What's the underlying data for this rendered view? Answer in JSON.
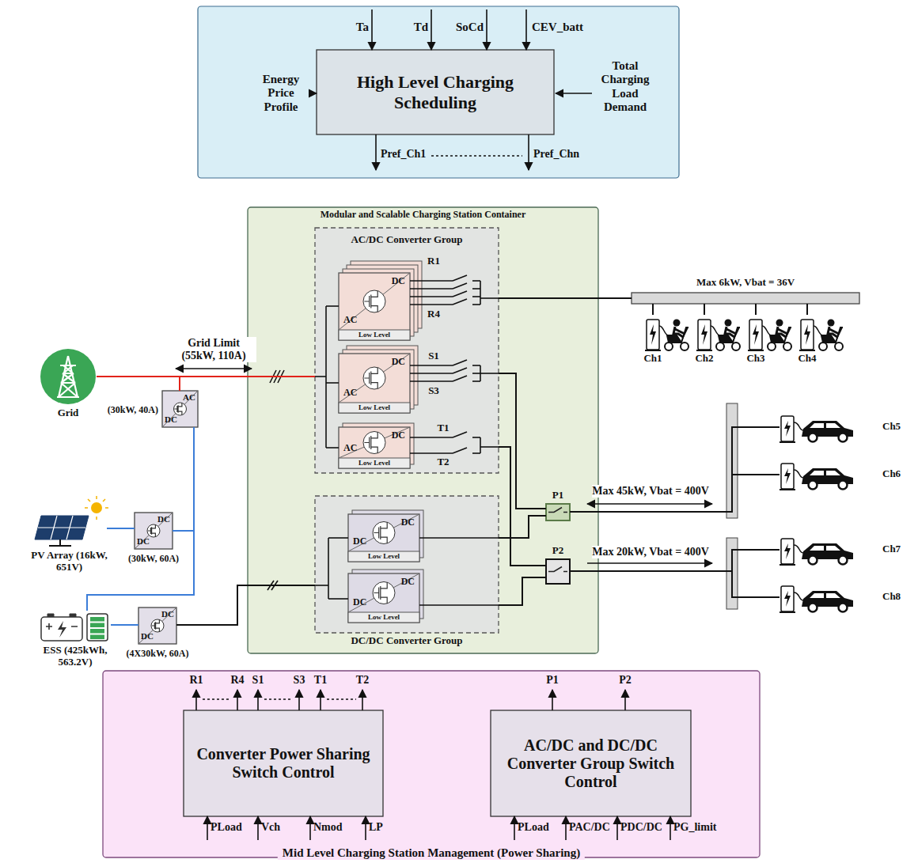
{
  "diagram": {
    "nodes": [
      {
        "text": [
          "High Level Charging Scheduling"
        ]
      },
      {
        "text": [
          "Modular and Scalable Charging Station Container"
        ]
      },
      {
        "text": [
          "AC/DC Converter Group"
        ],
        "in": 1
      },
      {
        "text": [
          "DC",
          "AC",
          "Low Level"
        ],
        "in": 2
      },
      {
        "text": [
          "DC",
          "AC",
          "Low Level"
        ],
        "in": 2
      },
      {
        "text": [
          "DC",
          "AC",
          "Low Level"
        ],
        "in": 2
      },
      {
        "text": [
          "DC/DC Converter Group"
        ],
        "in": 1
      },
      {
        "text": [
          "DC",
          "DC",
          "Low Level"
        ],
        "in": 6
      },
      {
        "text": [
          "DC",
          "DC",
          "Low Level"
        ],
        "in": 6
      },
      {
        "text": [
          "Grid"
        ]
      },
      {
        "text": [
          "AC",
          "DC",
          "(30kW, 40A)"
        ]
      },
      {
        "text": [
          "PV Array (16kW, 651V)"
        ]
      },
      {
        "text": [
          "DC",
          "DC",
          "(30kW, 60A)"
        ]
      },
      {
        "text": [
          "ESS (425kWh, 563.2V)"
        ]
      },
      {
        "text": [
          "DC",
          "DC",
          "(4X30kW, 60A)"
        ]
      },
      {
        "text": [
          "P1"
        ],
        "in": 1
      },
      {
        "text": [
          "P2"
        ],
        "in": 1
      },
      {
        "text": [
          "Max 6kW, Vbat = 36V"
        ]
      },
      {
        "text": [
          "Ch1"
        ]
      },
      {
        "text": [
          "Ch2"
        ]
      },
      {
        "text": [
          "Ch3"
        ]
      },
      {
        "text": [
          "Ch4"
        ]
      },
      {
        "text": [
          "Ch5"
        ]
      },
      {
        "text": [
          "Ch6"
        ]
      },
      {
        "text": [
          "Ch7"
        ]
      },
      {
        "text": [
          "Ch8"
        ]
      },
      {
        "text": [
          "Mid Level Charging Station Management (Power Sharing)"
        ]
      },
      {
        "text": [
          "Converter Power Sharing Switch Control"
        ],
        "in": 26
      },
      {
        "text": [
          "AC/DC and DC/DC Converter Group Switch Control"
        ],
        "in": 26
      }
    ],
    "edges": [
      {
        "from": 9,
        "to": 2,
        "arrow": "none",
        "label": "Grid Limit (55kW, 110A)"
      },
      {
        "from": 10,
        "to": 9,
        "arrow": "none"
      },
      {
        "from": 11,
        "to": 12,
        "arrow": "none"
      },
      {
        "from": 12,
        "to": 10,
        "arrow": "none"
      },
      {
        "from": 13,
        "to": 14,
        "arrow": "none"
      },
      {
        "from": 13,
        "to": 10,
        "arrow": "none"
      },
      {
        "from": 14,
        "to": 6,
        "arrow": "none"
      },
      {
        "from": 2,
        "to": 17,
        "arrow": "none"
      },
      {
        "from": 2,
        "to": 15,
        "arrow": "none"
      },
      {
        "from": 2,
        "to": 16,
        "arrow": "none"
      },
      {
        "from": 6,
        "to": 15,
        "arrow": "none"
      },
      {
        "from": 6,
        "to": 16,
        "arrow": "none"
      },
      {
        "from": 17,
        "to": 18,
        "arrow": "none"
      },
      {
        "from": 17,
        "to": 19,
        "arrow": "none"
      },
      {
        "from": 17,
        "to": 20,
        "arrow": "none"
      },
      {
        "from": 17,
        "to": 21,
        "arrow": "none"
      },
      {
        "from": 15,
        "to": 22,
        "arrow": "none",
        "label": "Max 45kW, Vbat = 400V"
      },
      {
        "from": 15,
        "to": 23,
        "arrow": "none"
      },
      {
        "from": 16,
        "to": 24,
        "arrow": "none",
        "label": "Max 20kW, Vbat = 400V"
      },
      {
        "from": 16,
        "to": 25,
        "arrow": "none"
      }
    ],
    "labels": [
      "Ta",
      "Td",
      "SoCd",
      "CEV_batt",
      "Energy Price Profile",
      "Total Charging Load Demand",
      "Pref_Ch1",
      "Pref_Chn",
      "R1",
      "R4",
      "S1",
      "S3",
      "T1",
      "T2",
      "R1",
      "R4",
      "S1",
      "S3",
      "T1",
      "T2",
      "PLoad",
      "Vch",
      "Nmod",
      "LP",
      "P1",
      "P2",
      "PLoad",
      "PAC/DC",
      "PDC/DC",
      "PG_limit"
    ]
  }
}
